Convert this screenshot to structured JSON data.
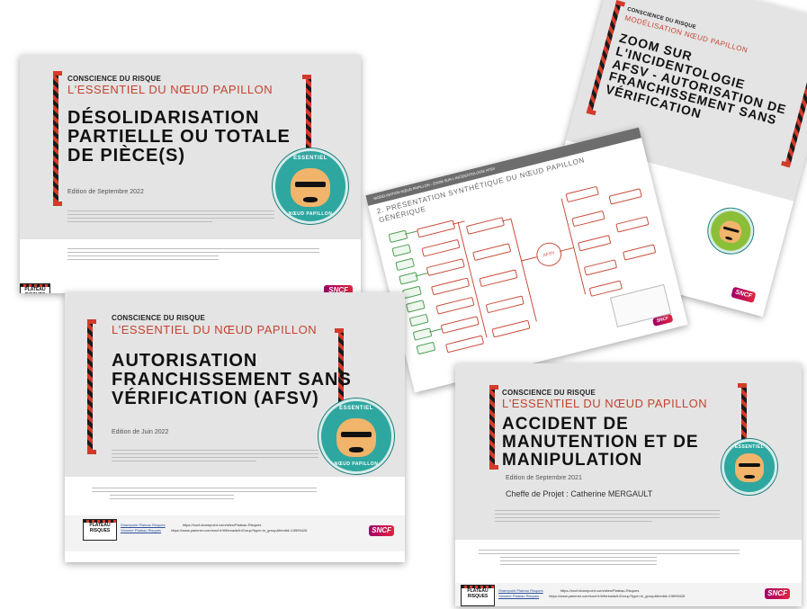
{
  "common": {
    "kicker": "CONSCIENCE DU RISQUE",
    "series": "L'ESSENTIEL DU NŒUD PAPILLON",
    "badge_top": "ESSENTIEL",
    "badge_bottom": "NŒUD PAPILLON",
    "sncf": "SNCF",
    "plateau_line1": "PLATEAU",
    "plateau_line2": "RISQUES",
    "link1_label": "Sharepoint Plateau Risques",
    "link2_label": "Yammer Plateau Risques"
  },
  "doc1": {
    "title": [
      "DÉSOLIDARISATION",
      "PARTIELLE OU TOTALE",
      "DE PIÈCE(S)"
    ],
    "edition": "Edition de Septembre 2022"
  },
  "doc2": {
    "kicker": "CONSCIENCE DU RISQUE",
    "series": "MODÉLISATION NŒUD PAPILLON",
    "title": [
      "ZOOM SUR L'INCIDENTOLOGIE",
      "AFSV - AUTORISATION DE",
      "FRANCHISSEMENT SANS",
      "VÉRIFICATION"
    ]
  },
  "doc3": {
    "header": "MODÉLISATION NŒUD PAPILLON - ZOOM SUR L'INCIDENTOLOGIE AFSV",
    "section_title": "2. PRÉSENTATION SYNTHÉTIQUE DU NŒUD PAPILLON GÉNÉRIQUE",
    "center_label": "AFSV"
  },
  "doc4": {
    "title": [
      "AUTORISATION",
      "FRANCHISSEMENT SANS",
      "VÉRIFICATION (AFSV)"
    ],
    "edition": "Edition de Juin 2022",
    "link1_url": "https://sncf.sharepoint.com/sites/Plateau-Risques",
    "link2_url": "https://www.yammer.com/sncf.fr/#/threads/inGroup?type=in_group&feedId=15599426"
  },
  "doc5": {
    "title": [
      "ACCIDENT DE",
      "MANUTENTION ET DE",
      "MANIPULATION"
    ],
    "edition": "Edition de Septembre 2021",
    "project_lead": "Cheffe de Projet : Catherine MERGAULT",
    "link1_url": "https://sncf.sharepoint.com/sites/Plateau-Risques",
    "link2_url": "https://www.yammer.com/sncf.fr/#/threads/inGroup?type=in_group&feedId=15599426"
  }
}
